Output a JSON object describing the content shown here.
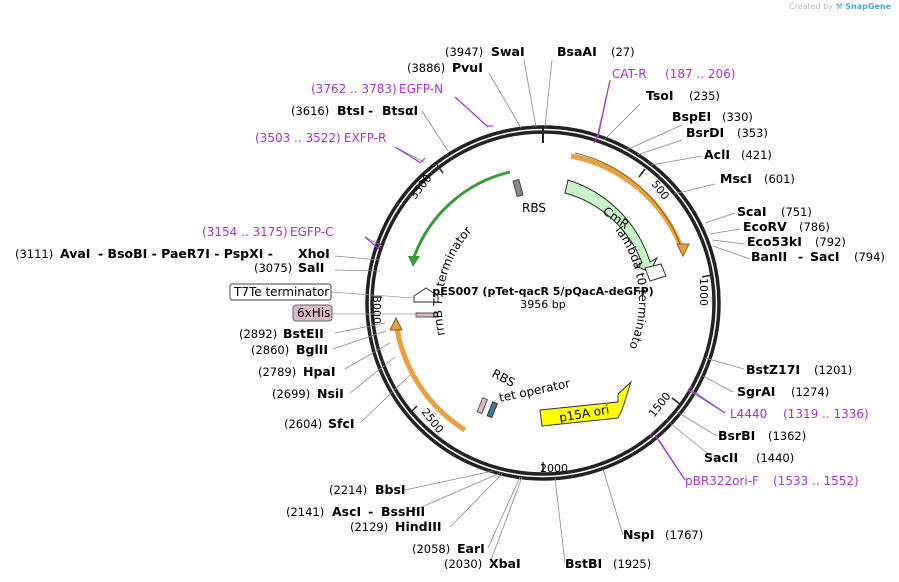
{
  "app": {
    "watermark_prefix": "Created by",
    "watermark_brand": "SnapGene"
  },
  "plasmid": {
    "name": "pES007 (pTet-qacR 5/pQacA-deGFP)",
    "length": "3956 bp",
    "ticks": [
      "500",
      "1000",
      "1500",
      "2000",
      "2500",
      "3000",
      "3500"
    ]
  },
  "features": {
    "rbs_top": "RBS",
    "rbs_bottom": "RBS",
    "cmr": "CmR",
    "lambda": "lambda t0 terminator",
    "rrnb": "rrnB T1 terminator",
    "tet": "tet operator",
    "p15a": "p15A ori",
    "t7te_box": "T7Te terminator",
    "his_box": "6xHis"
  },
  "colors": {
    "ring": "#222222",
    "cmr_fill": "#c8f5c8",
    "primer": "#a335cc",
    "orange_arc": "#e8a040",
    "green_arc": "#3a9a3a",
    "p15a_fill": "#ffff00",
    "his_fill": "#dab8c8"
  },
  "enzymes": [
    {
      "name": "SwaI",
      "pos": "(3947)"
    },
    {
      "name": "BsaAI",
      "pos": "(27)"
    },
    {
      "name": "PvuI",
      "pos": "(3886)"
    },
    {
      "name": "TsoI",
      "pos": "(235)"
    },
    {
      "name": "BtsI",
      "sep": "-",
      "name2": "BtsαI",
      "pos": "(3616)"
    },
    {
      "name": "BspEI",
      "pos": "(330)"
    },
    {
      "name": "BsrDI",
      "pos": "(353)"
    },
    {
      "name": "AclI",
      "pos": "(421)"
    },
    {
      "name": "MscI",
      "pos": "(601)"
    },
    {
      "name": "ScaI",
      "pos": "(751)"
    },
    {
      "name": "EcoRV",
      "pos": "(786)"
    },
    {
      "name": "Eco53kI",
      "pos": "(792)"
    },
    {
      "name": "BanII",
      "sep": "-",
      "name2": "SacI",
      "pos": "(794)"
    },
    {
      "name": "AvaI",
      "sep": "- BsoBI - PaeR7I - PspXI -",
      "name2": "XhoI",
      "pos": "(3111)"
    },
    {
      "name": "SalI",
      "pos": "(3075)"
    },
    {
      "name": "BstEII",
      "pos": "(2892)"
    },
    {
      "name": "BglII",
      "pos": "(2860)"
    },
    {
      "name": "HpaI",
      "pos": "(2789)"
    },
    {
      "name": "NsiI",
      "pos": "(2699)"
    },
    {
      "name": "SfcI",
      "pos": "(2604)"
    },
    {
      "name": "BstZ17I",
      "pos": "(1201)"
    },
    {
      "name": "SgrAI",
      "pos": "(1274)"
    },
    {
      "name": "BsrBI",
      "pos": "(1362)"
    },
    {
      "name": "SacII",
      "pos": "(1440)"
    },
    {
      "name": "BbsI",
      "pos": "(2214)"
    },
    {
      "name": "AscI",
      "sep": "-",
      "name2": "BssHII",
      "pos": "(2141)"
    },
    {
      "name": "HindIII",
      "pos": "(2129)"
    },
    {
      "name": "EarI",
      "pos": "(2058)"
    },
    {
      "name": "XbaI",
      "pos": "(2030)"
    },
    {
      "name": "BstBI",
      "pos": "(1925)"
    },
    {
      "name": "NspI",
      "pos": "(1767)"
    }
  ],
  "primers": [
    {
      "name": "CAT-R",
      "pos": "(187 .. 206)"
    },
    {
      "name": "EGFP-N",
      "pos": "(3762 .. 3783)"
    },
    {
      "name": "EXFP-R",
      "pos": "(3503 .. 3522)"
    },
    {
      "name": "EGFP-C",
      "pos": "(3154 .. 3175)"
    },
    {
      "name": "L4440",
      "pos": "(1319 .. 1336)"
    },
    {
      "name": "pBR322ori-F",
      "pos": "(1533 .. 1552)"
    }
  ]
}
